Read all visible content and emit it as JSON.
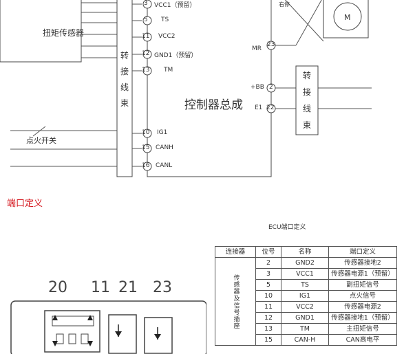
{
  "wiring": {
    "torque_sensor_label": "扭矩传感器",
    "junction_left_label": [
      "转",
      "接",
      "线",
      "束"
    ],
    "junction_right_label": [
      "转",
      "接",
      "线",
      "束"
    ],
    "controller_label": "控制器总成",
    "ignition_label": "点火开关",
    "limit_label": "右停",
    "motor_label": "M",
    "pins_left": [
      {
        "num": "3",
        "name": "VCC1（预留）"
      },
      {
        "num": "5",
        "name": "TS"
      },
      {
        "num": "11",
        "name": "VCC2"
      },
      {
        "num": "12",
        "name": "GND1（预留）"
      },
      {
        "num": "13",
        "name": "TM"
      },
      {
        "num": "10",
        "name": "IG1"
      },
      {
        "num": "15",
        "name": "CANH"
      },
      {
        "num": "16",
        "name": "CANL"
      }
    ],
    "pins_right": [
      {
        "num": "23",
        "name": "MR"
      },
      {
        "num": "2",
        "name": "+BB"
      },
      {
        "num": "22",
        "name": "E1"
      }
    ]
  },
  "section_title": "端口定义",
  "connector": {
    "labels": [
      "20",
      "11",
      "21",
      "23"
    ]
  },
  "ecu_table": {
    "title": "ECU端口定义",
    "headers": [
      "连接器",
      "位号",
      "名称",
      "端口定义"
    ],
    "group_label": "传感器及信号插座",
    "rows": [
      [
        "2",
        "GND2",
        "传感器接地2"
      ],
      [
        "3",
        "VCC1",
        "传感器电源1（预留）"
      ],
      [
        "5",
        "TS",
        "副扭矩信号"
      ],
      [
        "10",
        "IG1",
        "点火信号"
      ],
      [
        "11",
        "VCC2",
        "传感器电源2"
      ],
      [
        "12",
        "GND1",
        "传感器接地1（预留）"
      ],
      [
        "13",
        "TM",
        "主扭矩信号"
      ],
      [
        "15",
        "CAN-H",
        "CAN高电平"
      ]
    ]
  }
}
